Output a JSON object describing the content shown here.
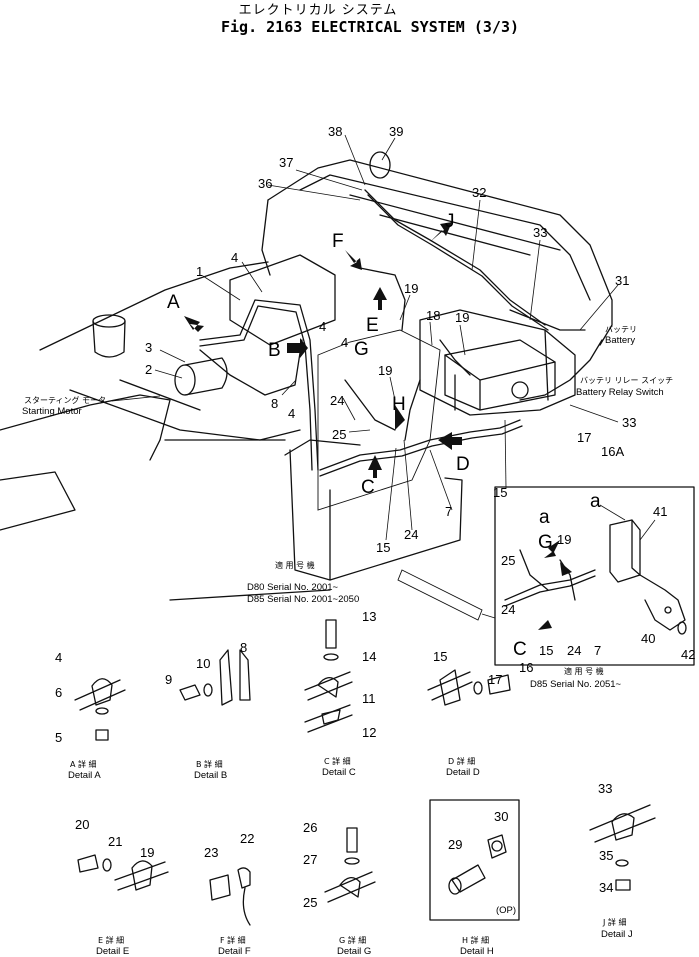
{
  "title": {
    "japanese": "エレクトリカル システム",
    "english": "Fig. 2163 ELECTRICAL SYSTEM (3/3)"
  },
  "labels": {
    "starting_motor_jp": "スターティング モータ",
    "starting_motor": "Starting Motor",
    "battery_jp": "バッテリ",
    "battery": "Battery",
    "battery_relay_switch_jp": "バッテリ リレー スイッチ",
    "battery_relay_switch": "Battery Relay Switch",
    "serial_jp_1": "適 用 号 機",
    "serial_1a": "D80 Serial No. 2001~",
    "serial_1b": "D85 Serial No. 2001~2050",
    "serial_jp_2": "適 用 号 機",
    "serial_2": "D85 Serial No. 2051~",
    "op": "(OP)"
  },
  "detail_letters": [
    "A",
    "B",
    "C",
    "D",
    "E",
    "F",
    "G",
    "H",
    "J",
    "a"
  ],
  "details": [
    {
      "jp": "A 詳 細",
      "en": "Detail A"
    },
    {
      "jp": "B 詳 細",
      "en": "Detail B"
    },
    {
      "jp": "C 詳 細",
      "en": "Detail C"
    },
    {
      "jp": "D 詳 細",
      "en": "Detail D"
    },
    {
      "jp": "E 詳 細",
      "en": "Detail E"
    },
    {
      "jp": "F 詳 細",
      "en": "Detail F"
    },
    {
      "jp": "G 詳 細",
      "en": "Detail G"
    },
    {
      "jp": "H 詳 細",
      "en": "Detail H"
    },
    {
      "jp": "J 詳 細",
      "en": "Detail J"
    }
  ],
  "part_numbers": {
    "p1": "1",
    "p2": "2",
    "p3": "3",
    "p4": "4",
    "p5": "5",
    "p6": "6",
    "p7": "7",
    "p8": "8",
    "p9": "9",
    "p10": "10",
    "p11": "11",
    "p12": "12",
    "p13": "13",
    "p14": "14",
    "p15": "15",
    "p16": "16",
    "p16a": "16A",
    "p17": "17",
    "p18": "18",
    "p19": "19",
    "p20": "20",
    "p21": "21",
    "p22": "22",
    "p23": "23",
    "p24": "24",
    "p25": "25",
    "p26": "26",
    "p27": "27",
    "p29": "29",
    "p30": "30",
    "p31": "31",
    "p32": "32",
    "p33": "33",
    "p34": "34",
    "p35": "35",
    "p36": "36",
    "p37": "37",
    "p38": "38",
    "p39": "39",
    "p40": "40",
    "p41": "41",
    "p42": "42"
  }
}
